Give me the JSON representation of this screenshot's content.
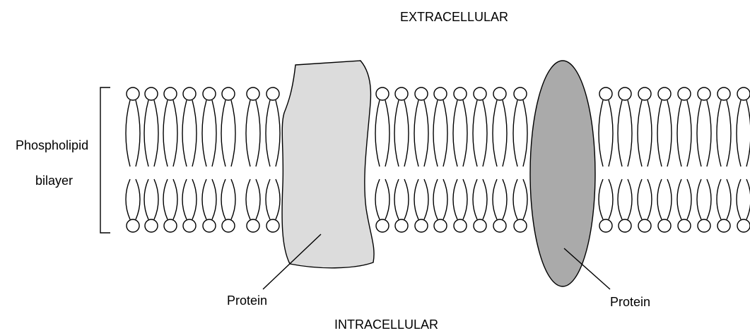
{
  "diagram": {
    "region_top": "EXTRACELLULAR",
    "region_bottom": "INTRACELLULAR",
    "bilayer_label_line1": "Phospholipid",
    "bilayer_label_line2": "bilayer",
    "protein_left_label": "Protein",
    "protein_right_label": "Protein"
  },
  "colors": {
    "protein_left_fill": "#dcdcdc",
    "protein_right_fill": "#aaaaaa",
    "line": "#000000",
    "background": "#ffffff"
  }
}
